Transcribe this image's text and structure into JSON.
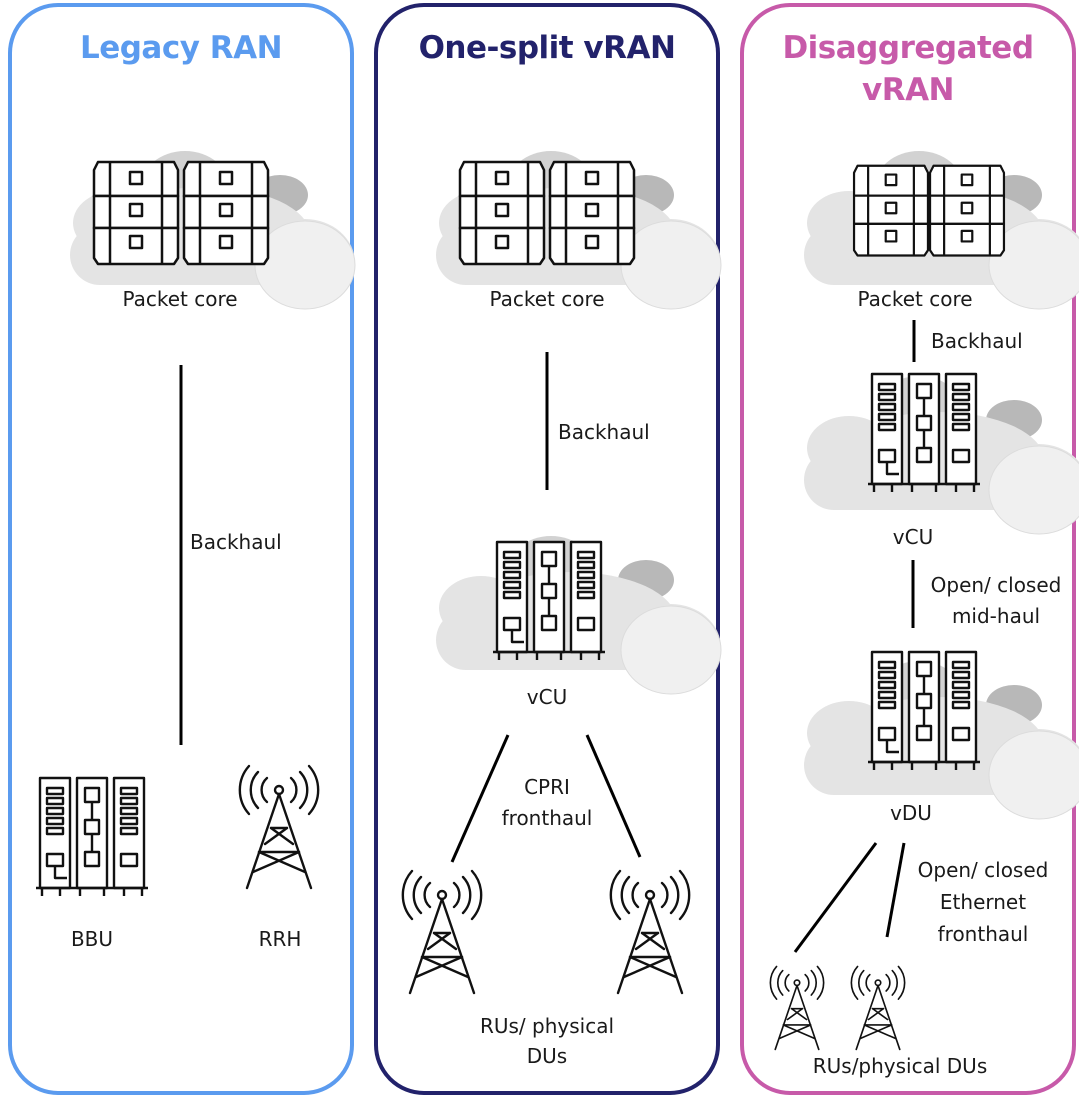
{
  "colors": {
    "legacy": "#5b9bef",
    "onesplit": "#22226b",
    "disaggregated": "#c75aa9",
    "cloud_light": "#e6e6e6",
    "cloud_mid": "#d2d2d2",
    "cloud_dark": "#b8b8b8",
    "line": "#000000"
  },
  "icons": [
    "cloud-icon",
    "database-icon",
    "server-rack-icon",
    "cell-tower-icon"
  ],
  "panels": {
    "legacy": {
      "title": "Legacy RAN",
      "packet_core": "Packet core",
      "backhaul": "Backhaul",
      "bbu": "BBU",
      "rrh": "RRH"
    },
    "onesplit": {
      "title": "One-split vRAN",
      "packet_core": "Packet core",
      "backhaul": "Backhaul",
      "vcu": "vCU",
      "fronthaul": [
        "CPRI",
        "fronthaul"
      ],
      "rus": [
        "RUs/ physical",
        "DUs"
      ]
    },
    "disaggregated": {
      "title": [
        "Disaggregated",
        "vRAN"
      ],
      "packet_core": "Packet core",
      "backhaul": "Backhaul",
      "vcu": "vCU",
      "midhaul": [
        "Open/ closed",
        "mid-haul"
      ],
      "vdu": "vDU",
      "fronthaul": [
        "Open/ closed",
        "Ethernet",
        "fronthaul"
      ],
      "rus": "RUs/physical DUs"
    }
  }
}
